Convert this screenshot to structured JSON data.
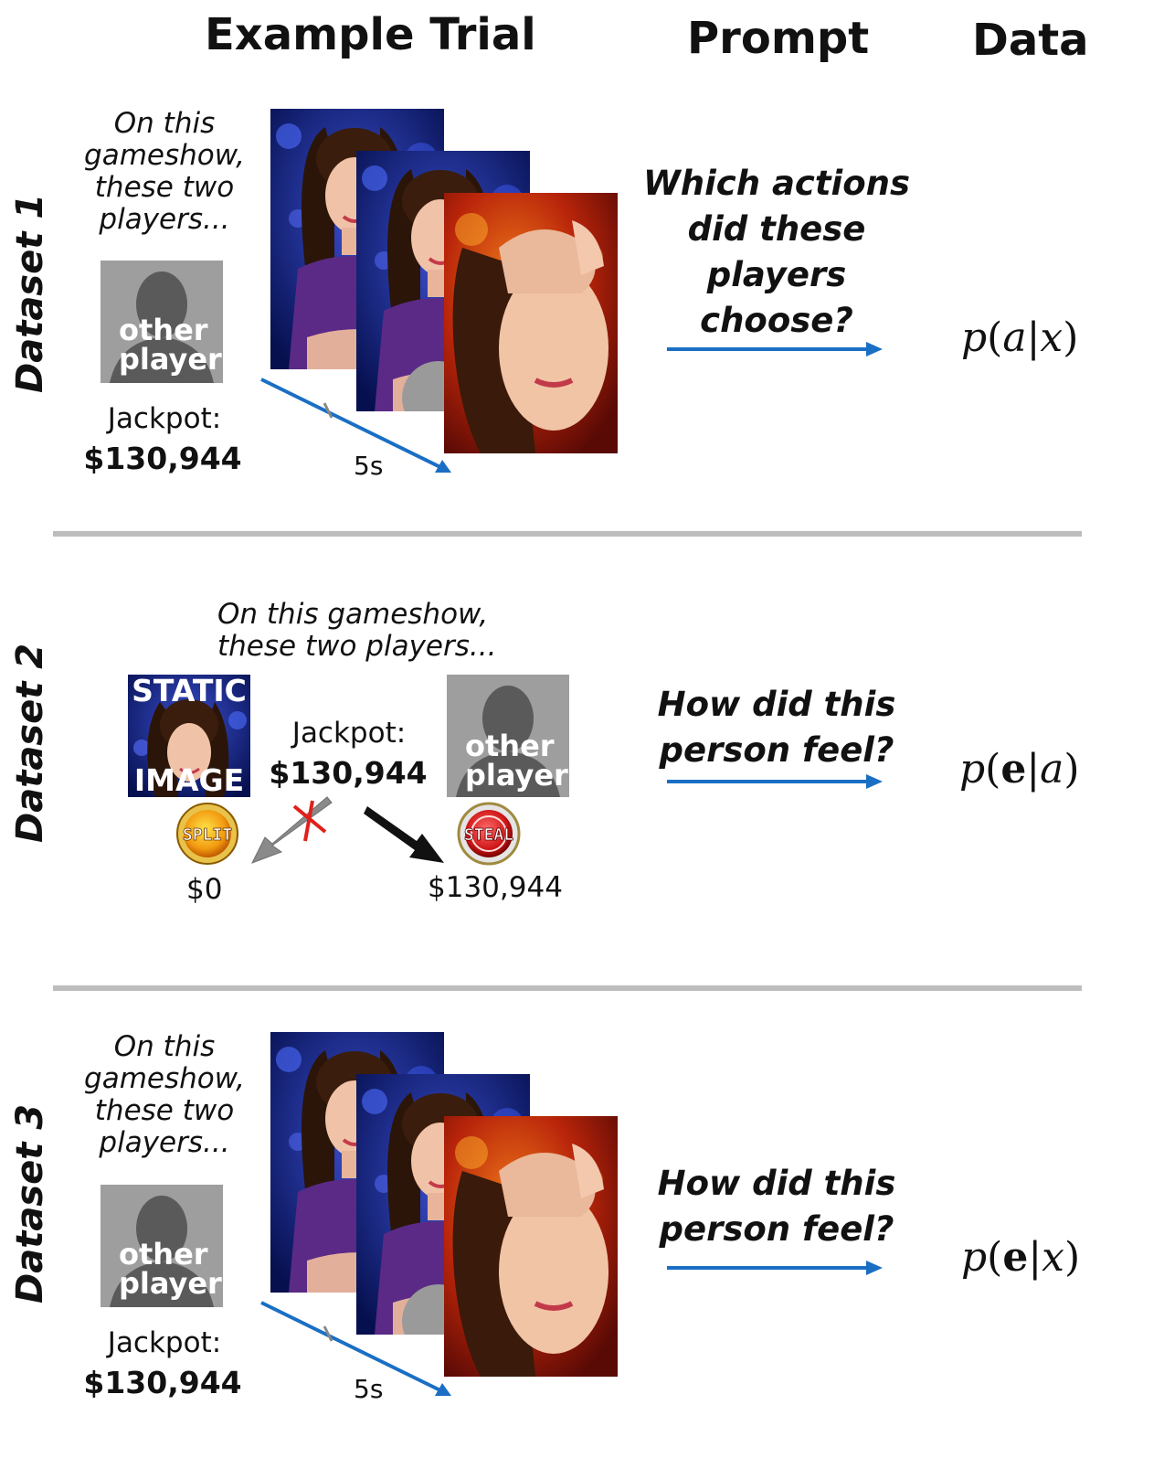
{
  "headers": {
    "example_trial": "Example Trial",
    "prompt": "Prompt",
    "data": "Data"
  },
  "rows": [
    {
      "label": "Dataset 1",
      "intro": [
        "On this",
        "gameshow,",
        "these two",
        "players..."
      ],
      "avatar": [
        "other",
        "player"
      ],
      "jackpot_label": "Jackpot:",
      "jackpot_value": "$130,944",
      "duration": "5s",
      "prompt": [
        "Which actions",
        "did these",
        "players",
        "choose?"
      ],
      "formula": {
        "p": "p",
        "target": "a",
        "given": "x"
      }
    },
    {
      "label": "Dataset 2",
      "intro": [
        "On this gameshow,",
        "these two players..."
      ],
      "static_image": [
        "STATIC",
        "IMAGE"
      ],
      "avatar": [
        "other",
        "player"
      ],
      "jackpot_label": "Jackpot:",
      "jackpot_value": "$130,944",
      "split_badge": "SPLIT",
      "steal_badge": "STEAL",
      "split_payoff": "$0",
      "steal_payoff": "$130,944",
      "prompt": [
        "How did this",
        "person feel?"
      ],
      "formula": {
        "p": "p",
        "target": "e",
        "given": "a"
      }
    },
    {
      "label": "Dataset 3",
      "intro": [
        "On this",
        "gameshow,",
        "these two",
        "players..."
      ],
      "avatar": [
        "other",
        "player"
      ],
      "jackpot_label": "Jackpot:",
      "jackpot_value": "$130,944",
      "duration": "5s",
      "prompt": [
        "How did this",
        "person feel?"
      ],
      "formula": {
        "p": "p",
        "target": "e",
        "given": "x"
      }
    }
  ],
  "colors": {
    "arrow_blue": "#1a6fc4",
    "divider": "#bdbdbd",
    "avatar_bg": "#9e9e9e",
    "silhouette": "#5a5a5a",
    "dress": "#5b2a86",
    "backdrop_blue": "#0a1a8c",
    "backdrop_red": "#b8240a",
    "cross": "#e0201a"
  },
  "icons": [
    "silhouette-icon",
    "split-badge-icon",
    "steal-badge-icon",
    "cross-icon"
  ]
}
